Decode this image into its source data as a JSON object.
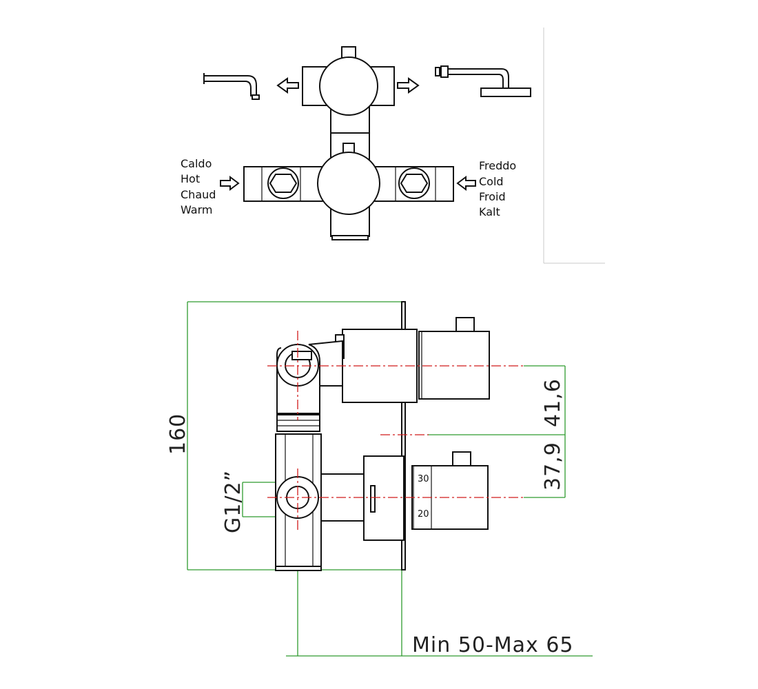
{
  "top_view": {
    "hot_labels": [
      "Caldo",
      "Hot",
      "Chaud",
      "Warm"
    ],
    "cold_labels": [
      "Freddo",
      "Cold",
      "Froid",
      "Kalt"
    ]
  },
  "side_view": {
    "height_dim": "160",
    "thread_dim": "G1/2”",
    "upper_dim": "41,6",
    "lower_dim": "37,9",
    "depth_dim": "Min 50-Max 65",
    "scale_upper": "30",
    "scale_lower": "20"
  },
  "colors": {
    "outline": "#111111",
    "dimension_line": "#2e9a2e",
    "center_line": "#d11a1a"
  }
}
